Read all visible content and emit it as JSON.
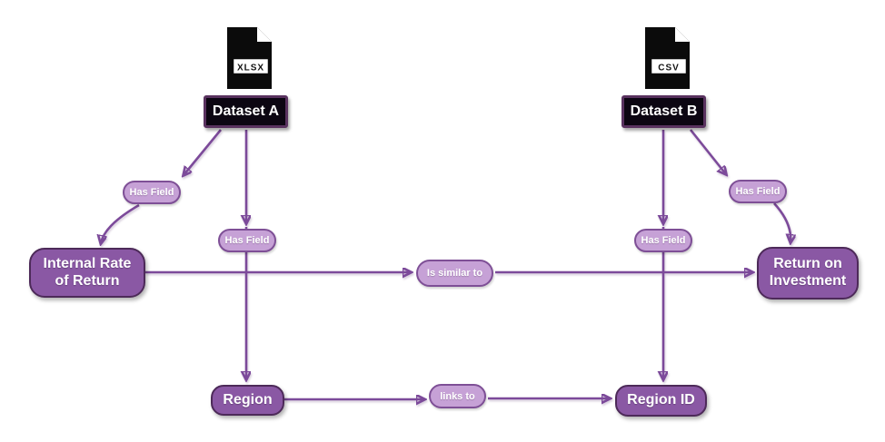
{
  "canvas": {
    "background": "#ffffff"
  },
  "colors": {
    "node_fill": "#8a58a4",
    "node_border": "#4d2a59",
    "pill_fill": "#c6a1d6",
    "pill_border": "#7e4f96",
    "edge": "#7c4a9a",
    "dataset_fill": "#0c0612",
    "dataset_border": "#59325f",
    "label_text": "#ffffff"
  },
  "datasets": [
    {
      "label": "Dataset A",
      "file_badge": "XLSX"
    },
    {
      "label": "Dataset B",
      "file_badge": "CSV"
    }
  ],
  "fields": [
    {
      "label": "Internal Rate of Return",
      "line1": "Internal Rate",
      "line2": "of Return"
    },
    {
      "label": "Return on Investment",
      "line1": "Return on",
      "line2": "Investment"
    },
    {
      "label": "Region"
    },
    {
      "label": "Region ID"
    }
  ],
  "edges": [
    {
      "from": "Dataset A",
      "to": "Internal Rate of Return",
      "label": "Has Field"
    },
    {
      "from": "Dataset A",
      "to": "Region",
      "label": "Has Field"
    },
    {
      "from": "Dataset B",
      "to": "Region ID",
      "label": "Has Field"
    },
    {
      "from": "Dataset B",
      "to": "Return on Investment",
      "label": "Has Field"
    },
    {
      "from": "Internal Rate of Return",
      "to": "Return on Investment",
      "label": "Is similar to"
    },
    {
      "from": "Region",
      "to": "Region ID",
      "label": "links to"
    }
  ]
}
